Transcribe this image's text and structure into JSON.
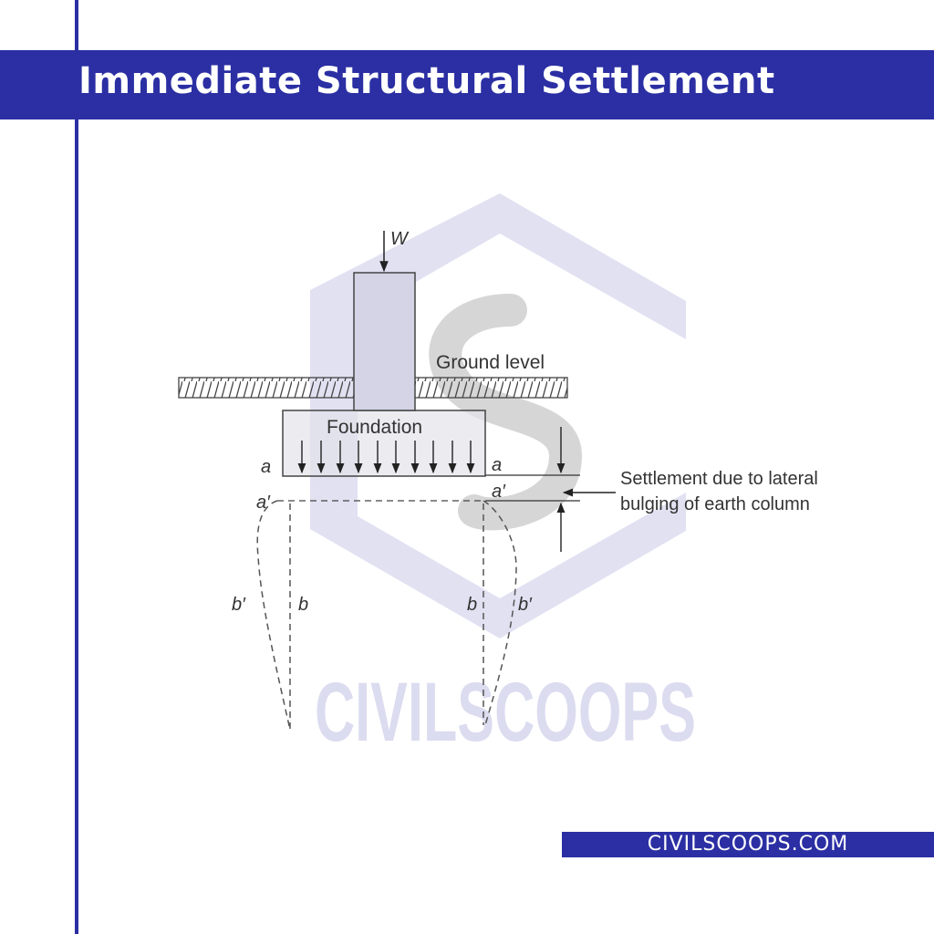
{
  "header": {
    "title": "Immediate Structural Settlement"
  },
  "diagram": {
    "load_label": "W",
    "ground_label": "Ground level",
    "foundation_label": "Foundation",
    "point_a_left": "a",
    "point_a_right": "a",
    "point_a_prime_left": "a′",
    "point_a_prime_right": "a′",
    "point_b_left": "b",
    "point_b_right": "b",
    "point_b_prime_left": "b′",
    "point_b_prime_right": "b′",
    "settlement_note_line1": "Settlement due to lateral",
    "settlement_note_line2": "bulging of earth column"
  },
  "watermark": {
    "text": "CIVILSCOOPS"
  },
  "footer": {
    "site": "CIVILSCOOPS.COM"
  },
  "colors": {
    "brand": "#2b2fa3",
    "watermark": "#dcdcf0"
  }
}
